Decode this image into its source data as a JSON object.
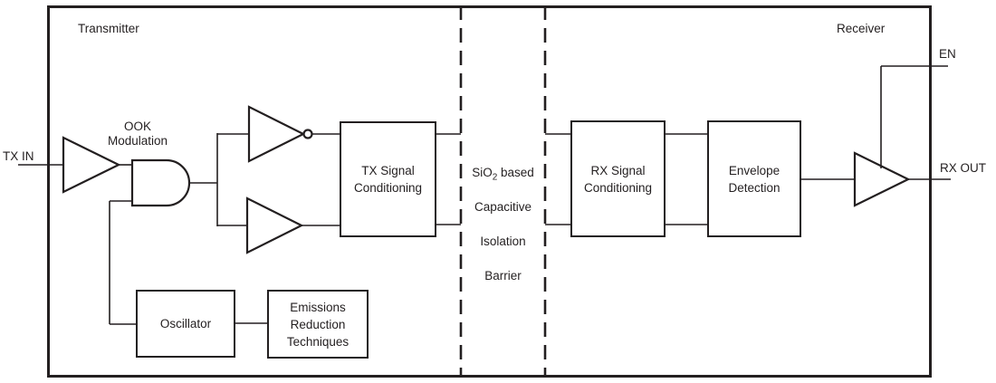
{
  "diagram": {
    "section_titles": {
      "left": "Transmitter",
      "right": "Receiver"
    },
    "ports": {
      "tx_in": "TX IN",
      "rx_out": "RX OUT",
      "en": "EN"
    },
    "annotations": {
      "ook_modulation": "OOK\nModulation"
    },
    "blocks": {
      "tx_signal_conditioning": "TX Signal\nConditioning",
      "rx_signal_conditioning": "RX Signal\nConditioning",
      "envelope_detection": "Envelope\nDetection",
      "oscillator": "Oscillator",
      "emissions_reduction": "Emissions\nReduction\nTechniques"
    },
    "barrier": {
      "line1_pre": "SiO",
      "line1_sub": "2",
      "line1_post": " based",
      "line2": "Capacitive",
      "line3": "Isolation",
      "line4": "Barrier"
    },
    "colors": {
      "ink": "#231f20",
      "background": "#ffffff"
    }
  }
}
